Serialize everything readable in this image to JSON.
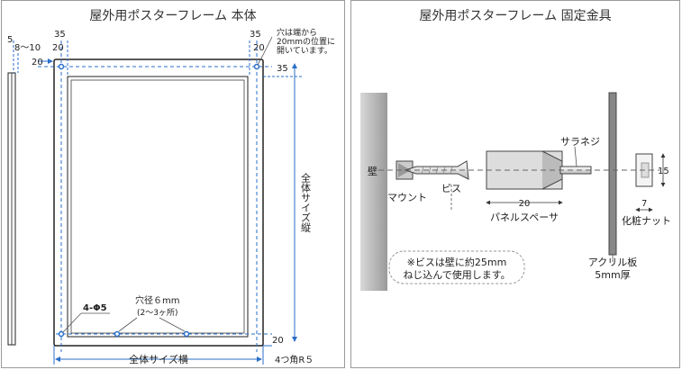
{
  "left": {
    "title": "屋外用ポスターフレーム 本体",
    "dims": {
      "top_left_5": "5",
      "top_left_8_10": "8～10",
      "top_left_20": "20",
      "top_left_35": "35",
      "top_right_35": "35",
      "top_right_20": "20",
      "left_side_20": "20",
      "right_side_35": "35",
      "bottom_right_20": "20"
    },
    "hole_note": [
      "穴は端から",
      "20mmの位置に",
      "開いています。"
    ],
    "hole_spec": "4-Φ5",
    "hole_size": [
      "穴径６mm",
      "(2～3ヶ所)"
    ],
    "width_label": "全体サイズ横",
    "height_label": "全体サイズ縦",
    "corner_label": "4つ角R５"
  },
  "right": {
    "title": "屋外用ポスターフレーム 固定金具",
    "wall": "壁",
    "mount": "マウント",
    "screw": "ビス",
    "spacer_dim": "20",
    "spacer": "パネルスペーサ",
    "sara_screw": "サラネジ",
    "nut_dim_h": "15",
    "nut_dim_w": "7",
    "nut": "化粧ナット",
    "acrylic": [
      "アクリル板",
      "5mm厚"
    ],
    "note": [
      "※ビスは壁に約25mm",
      "ねじ込んで使用します。"
    ]
  }
}
